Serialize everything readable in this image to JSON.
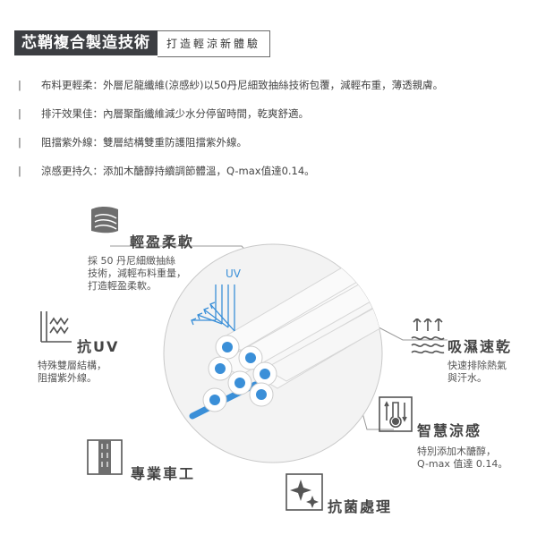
{
  "header": {
    "title": "芯鞘複合製造技術",
    "subtitle": "打造輕涼新體驗"
  },
  "features": [
    {
      "label": "布料更輕柔：",
      "text": "外層尼龍纖維(涼感紗)以50丹尼細致抽絲技術包覆，減輕布重，薄透親膚。"
    },
    {
      "label": "排汗效果佳：",
      "text": "內層聚酯纖維減少水分停留時間，乾爽舒適。"
    },
    {
      "label": "阻擋紫外線：",
      "text": "雙層結構雙重防護阻擋紫外線。"
    },
    {
      "label": "涼感更持久：",
      "text": "添加木醣醇持續調節體溫，Q-max值達0.14。"
    }
  ],
  "callouts": {
    "light": {
      "title": "輕盈柔軟",
      "desc": "採 50 丹尼細緻抽絲\n技術，減輕布料重量，\n打造輕盈柔軟。"
    },
    "uv": {
      "title": "抗UV",
      "desc": "特殊雙層結構，\n阻擋紫外線。"
    },
    "moisture": {
      "title": "吸濕速乾",
      "desc": "快速排除熱氣\n與汗水。"
    },
    "cool": {
      "title": "智慧涼感",
      "desc": "特別添加木醣醇，\nQ-max 值達 0.14。"
    },
    "pro": {
      "title": "專業車工"
    },
    "antibac": {
      "title": "抗菌處理"
    }
  },
  "diagram": {
    "uv_label": "UV"
  },
  "colors": {
    "accent_blue": "#3a8fd8",
    "dark": "#3c3e42",
    "gray_line": "#9a9a9a"
  }
}
